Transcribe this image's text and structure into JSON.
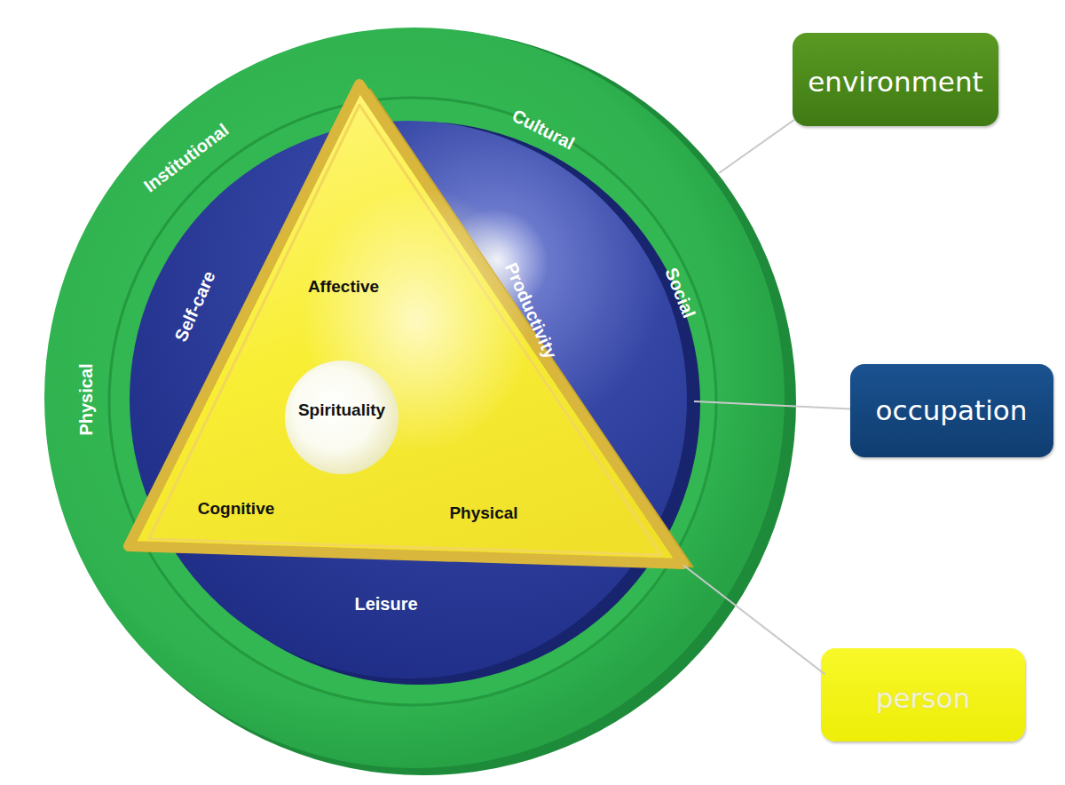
{
  "diagram": {
    "nodes": [
      {
        "text": [
          "Institutional",
          "Cultural",
          "Social",
          "Physical"
        ]
      },
      {
        "text": [
          "Self-care",
          "Productivity",
          "Leisure"
        ],
        "in": 0
      },
      {
        "text": [
          "Affective",
          "Cognitive",
          "Physical"
        ],
        "in": 1
      },
      {
        "text": [
          "Spirituality"
        ],
        "in": 2
      },
      {
        "text": [
          "environment"
        ]
      },
      {
        "text": [
          "occupation"
        ]
      },
      {
        "text": [
          "person"
        ]
      }
    ],
    "edges": [
      {
        "from": 4,
        "to": 0,
        "arrow": "none"
      },
      {
        "from": 5,
        "to": 1,
        "arrow": "none"
      },
      {
        "from": 6,
        "to": 2,
        "arrow": "none"
      }
    ]
  }
}
